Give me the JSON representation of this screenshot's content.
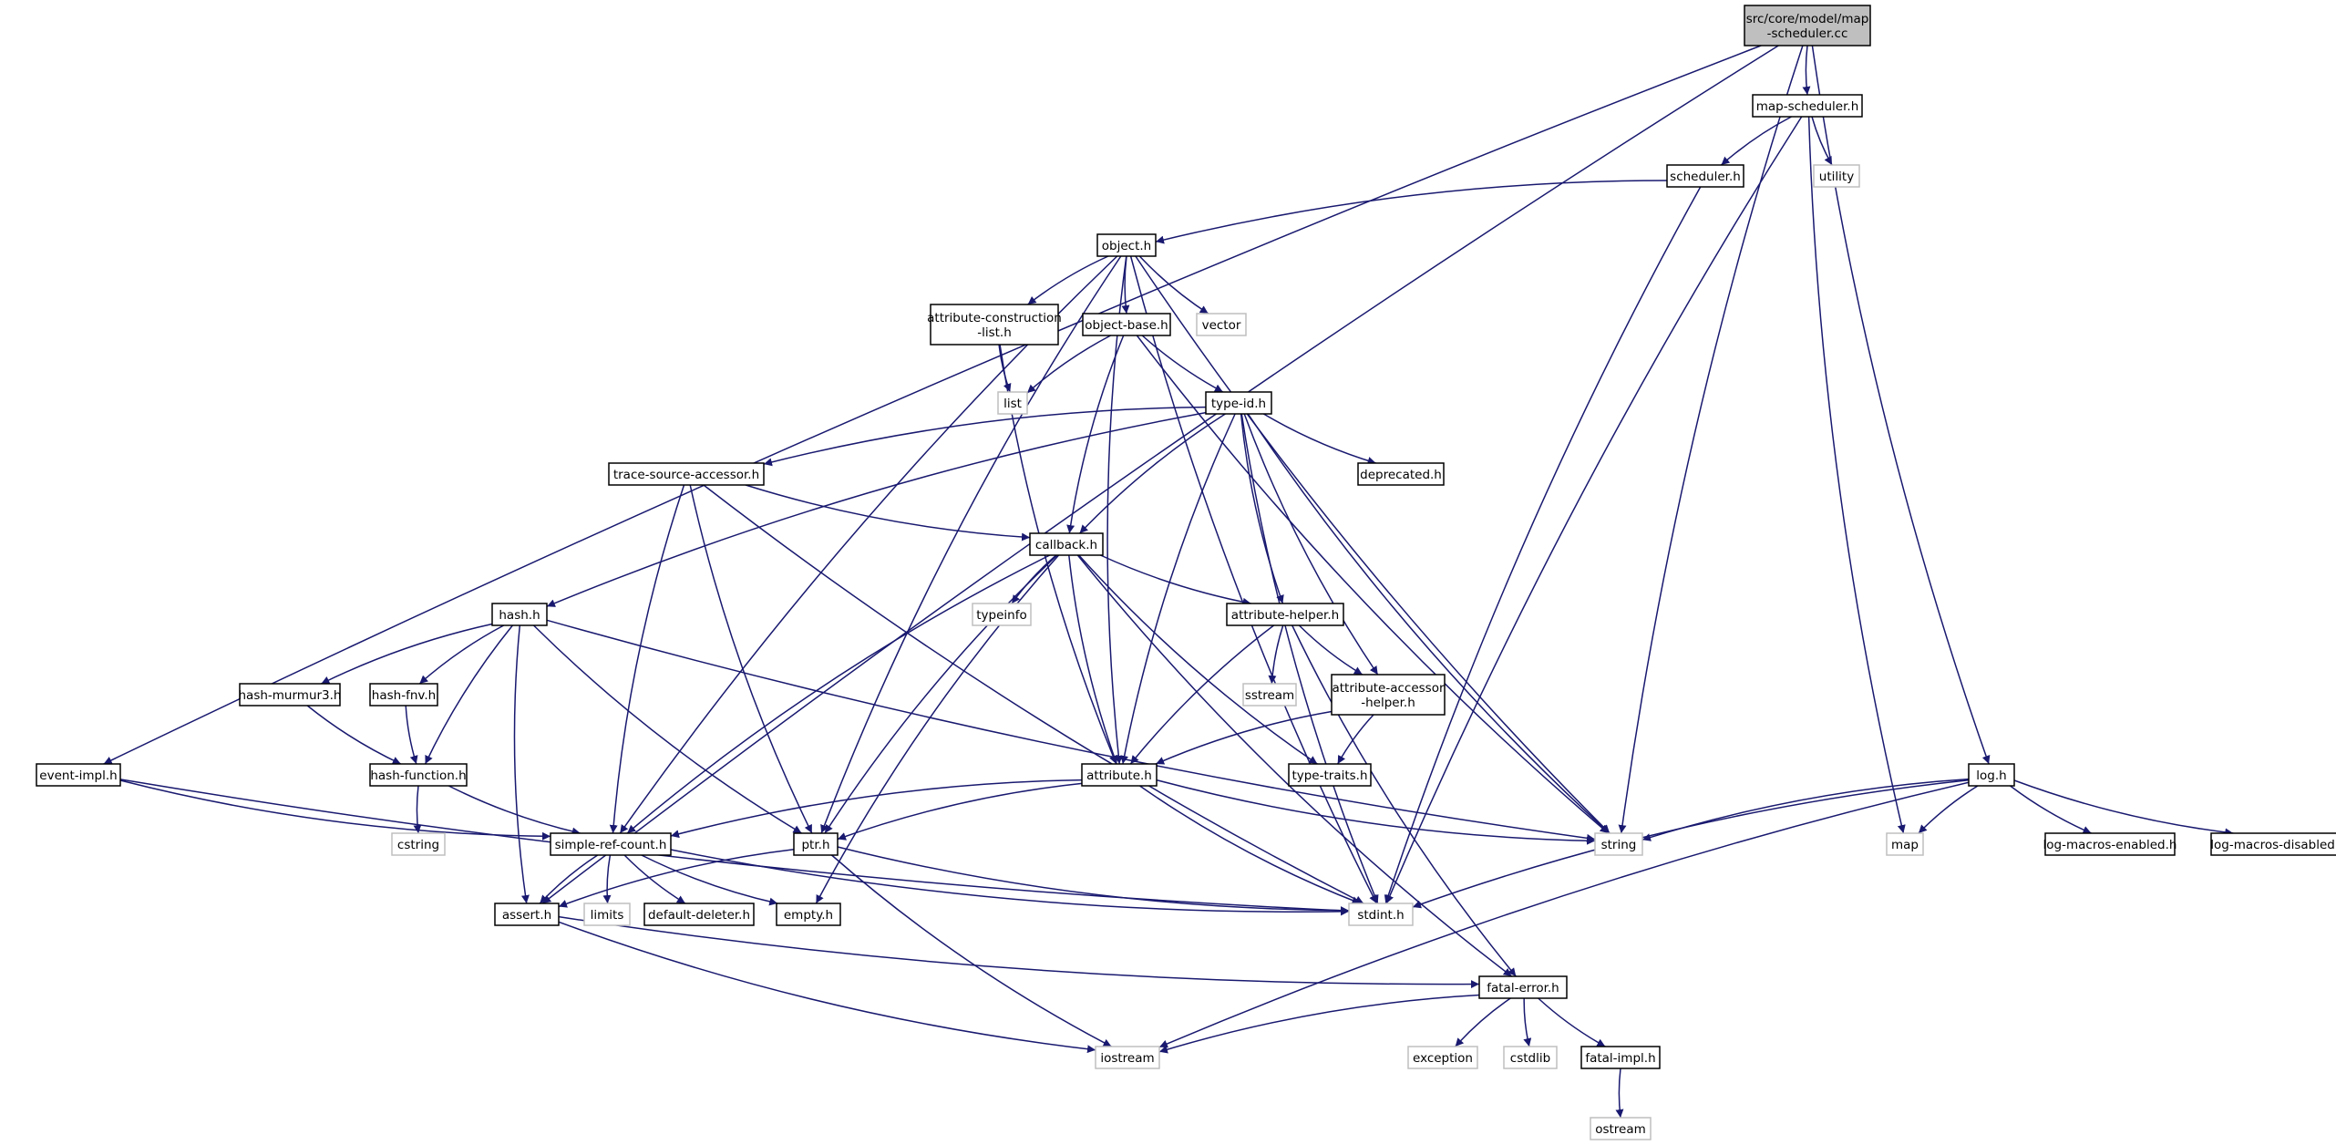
{
  "graph": {
    "edge_color": "#191970",
    "node_border_color": "#000000",
    "system_header_border_color": "#bfbfbf",
    "root_fill_color": "#bfbfbf",
    "nodes": [
      {
        "id": "root",
        "label": "src/core/model/map\n-scheduler.cc",
        "kind": "root"
      },
      {
        "id": "map_scheduler_h",
        "label": "map-scheduler.h",
        "kind": "header"
      },
      {
        "id": "utility",
        "label": "utility",
        "kind": "system"
      },
      {
        "id": "scheduler_h",
        "label": "scheduler.h",
        "kind": "header"
      },
      {
        "id": "object_h",
        "label": "object.h",
        "kind": "header"
      },
      {
        "id": "attribute_construction_list_h",
        "label": "attribute-construction\n-list.h",
        "kind": "header"
      },
      {
        "id": "object_base_h",
        "label": "object-base.h",
        "kind": "header"
      },
      {
        "id": "vector",
        "label": "vector",
        "kind": "system"
      },
      {
        "id": "list",
        "label": "list",
        "kind": "system"
      },
      {
        "id": "type_id_h",
        "label": "type-id.h",
        "kind": "header"
      },
      {
        "id": "trace_source_accessor_h",
        "label": "trace-source-accessor.h",
        "kind": "header"
      },
      {
        "id": "deprecated_h",
        "label": "deprecated.h",
        "kind": "header"
      },
      {
        "id": "callback_h",
        "label": "callback.h",
        "kind": "header"
      },
      {
        "id": "hash_h",
        "label": "hash.h",
        "kind": "header"
      },
      {
        "id": "typeinfo",
        "label": "typeinfo",
        "kind": "system"
      },
      {
        "id": "attribute_helper_h",
        "label": "attribute-helper.h",
        "kind": "header"
      },
      {
        "id": "hash_murmur3_h",
        "label": "hash-murmur3.h",
        "kind": "header"
      },
      {
        "id": "hash_fnv_h",
        "label": "hash-fnv.h",
        "kind": "header"
      },
      {
        "id": "sstream",
        "label": "sstream",
        "kind": "system"
      },
      {
        "id": "attribute_accessor_helper_h",
        "label": "attribute-accessor\n-helper.h",
        "kind": "header"
      },
      {
        "id": "event_impl_h",
        "label": "event-impl.h",
        "kind": "header"
      },
      {
        "id": "hash_function_h",
        "label": "hash-function.h",
        "kind": "header"
      },
      {
        "id": "attribute_h",
        "label": "attribute.h",
        "kind": "header"
      },
      {
        "id": "type_traits_h",
        "label": "type-traits.h",
        "kind": "header"
      },
      {
        "id": "log_h",
        "label": "log.h",
        "kind": "header"
      },
      {
        "id": "cstring",
        "label": "cstring",
        "kind": "system"
      },
      {
        "id": "simple_ref_count_h",
        "label": "simple-ref-count.h",
        "kind": "header"
      },
      {
        "id": "ptr_h",
        "label": "ptr.h",
        "kind": "header"
      },
      {
        "id": "string",
        "label": "string",
        "kind": "system"
      },
      {
        "id": "map",
        "label": "map",
        "kind": "system"
      },
      {
        "id": "log_macros_enabled_h",
        "label": "log-macros-enabled.h",
        "kind": "header"
      },
      {
        "id": "log_macros_disabled_h",
        "label": "log-macros-disabled.h",
        "kind": "header"
      },
      {
        "id": "assert_h",
        "label": "assert.h",
        "kind": "header"
      },
      {
        "id": "limits",
        "label": "limits",
        "kind": "system"
      },
      {
        "id": "default_deleter_h",
        "label": "default-deleter.h",
        "kind": "header"
      },
      {
        "id": "empty_h",
        "label": "empty.h",
        "kind": "header"
      },
      {
        "id": "stdint_h",
        "label": "stdint.h",
        "kind": "system"
      },
      {
        "id": "fatal_error_h",
        "label": "fatal-error.h",
        "kind": "header"
      },
      {
        "id": "exception",
        "label": "exception",
        "kind": "system"
      },
      {
        "id": "cstdlib",
        "label": "cstdlib",
        "kind": "system"
      },
      {
        "id": "fatal_impl_h",
        "label": "fatal-impl.h",
        "kind": "header"
      },
      {
        "id": "iostream",
        "label": "iostream",
        "kind": "system"
      },
      {
        "id": "ostream",
        "label": "ostream",
        "kind": "system"
      }
    ],
    "edges": [
      [
        "root",
        "map_scheduler_h"
      ],
      [
        "root",
        "event_impl_h"
      ],
      [
        "root",
        "assert_h"
      ],
      [
        "root",
        "log_h"
      ],
      [
        "root",
        "string"
      ],
      [
        "map_scheduler_h",
        "scheduler_h"
      ],
      [
        "map_scheduler_h",
        "utility"
      ],
      [
        "map_scheduler_h",
        "map"
      ],
      [
        "map_scheduler_h",
        "stdint_h"
      ],
      [
        "scheduler_h",
        "object_h"
      ],
      [
        "scheduler_h",
        "stdint_h"
      ],
      [
        "object_h",
        "attribute_construction_list_h"
      ],
      [
        "object_h",
        "object_base_h"
      ],
      [
        "object_h",
        "vector"
      ],
      [
        "object_h",
        "ptr_h"
      ],
      [
        "object_h",
        "simple_ref_count_h"
      ],
      [
        "object_h",
        "attribute_h"
      ],
      [
        "object_h",
        "string"
      ],
      [
        "object_h",
        "stdint_h"
      ],
      [
        "attribute_construction_list_h",
        "list"
      ],
      [
        "attribute_construction_list_h",
        "attribute_h"
      ],
      [
        "object_base_h",
        "list"
      ],
      [
        "object_base_h",
        "type_id_h"
      ],
      [
        "object_base_h",
        "callback_h"
      ],
      [
        "object_base_h",
        "string"
      ],
      [
        "type_id_h",
        "trace_source_accessor_h"
      ],
      [
        "type_id_h",
        "deprecated_h"
      ],
      [
        "type_id_h",
        "callback_h"
      ],
      [
        "type_id_h",
        "hash_h"
      ],
      [
        "type_id_h",
        "attribute_helper_h"
      ],
      [
        "type_id_h",
        "attribute_accessor_helper_h"
      ],
      [
        "type_id_h",
        "attribute_h"
      ],
      [
        "type_id_h",
        "string"
      ],
      [
        "type_id_h",
        "stdint_h"
      ],
      [
        "trace_source_accessor_h",
        "callback_h"
      ],
      [
        "trace_source_accessor_h",
        "simple_ref_count_h"
      ],
      [
        "trace_source_accessor_h",
        "ptr_h"
      ],
      [
        "trace_source_accessor_h",
        "stdint_h"
      ],
      [
        "callback_h",
        "typeinfo"
      ],
      [
        "callback_h",
        "attribute_helper_h"
      ],
      [
        "callback_h",
        "attribute_h"
      ],
      [
        "callback_h",
        "type_traits_h"
      ],
      [
        "callback_h",
        "ptr_h"
      ],
      [
        "callback_h",
        "simple_ref_count_h"
      ],
      [
        "callback_h",
        "empty_h"
      ],
      [
        "callback_h",
        "fatal_error_h"
      ],
      [
        "hash_h",
        "hash_murmur3_h"
      ],
      [
        "hash_h",
        "hash_fnv_h"
      ],
      [
        "hash_h",
        "hash_function_h"
      ],
      [
        "hash_h",
        "assert_h"
      ],
      [
        "hash_h",
        "ptr_h"
      ],
      [
        "hash_h",
        "string"
      ],
      [
        "hash_murmur3_h",
        "hash_function_h"
      ],
      [
        "hash_fnv_h",
        "hash_function_h"
      ],
      [
        "hash_function_h",
        "cstring"
      ],
      [
        "hash_function_h",
        "simple_ref_count_h"
      ],
      [
        "attribute_helper_h",
        "sstream"
      ],
      [
        "attribute_helper_h",
        "attribute_accessor_helper_h"
      ],
      [
        "attribute_helper_h",
        "attribute_h"
      ],
      [
        "attribute_helper_h",
        "fatal_error_h"
      ],
      [
        "attribute_accessor_helper_h",
        "attribute_h"
      ],
      [
        "attribute_accessor_helper_h",
        "type_traits_h"
      ],
      [
        "attribute_h",
        "simple_ref_count_h"
      ],
      [
        "attribute_h",
        "ptr_h"
      ],
      [
        "attribute_h",
        "string"
      ],
      [
        "attribute_h",
        "stdint_h"
      ],
      [
        "event_impl_h",
        "simple_ref_count_h"
      ],
      [
        "event_impl_h",
        "stdint_h"
      ],
      [
        "simple_ref_count_h",
        "assert_h"
      ],
      [
        "simple_ref_count_h",
        "limits"
      ],
      [
        "simple_ref_count_h",
        "default_deleter_h"
      ],
      [
        "simple_ref_count_h",
        "empty_h"
      ],
      [
        "simple_ref_count_h",
        "stdint_h"
      ],
      [
        "ptr_h",
        "assert_h"
      ],
      [
        "ptr_h",
        "iostream"
      ],
      [
        "ptr_h",
        "stdint_h"
      ],
      [
        "assert_h",
        "fatal_error_h"
      ],
      [
        "assert_h",
        "iostream"
      ],
      [
        "fatal_error_h",
        "iostream"
      ],
      [
        "fatal_error_h",
        "exception"
      ],
      [
        "fatal_error_h",
        "cstdlib"
      ],
      [
        "fatal_error_h",
        "fatal_impl_h"
      ],
      [
        "fatal_impl_h",
        "ostream"
      ],
      [
        "log_h",
        "string"
      ],
      [
        "log_h",
        "map"
      ],
      [
        "log_h",
        "log_macros_enabled_h"
      ],
      [
        "log_h",
        "log_macros_disabled_h"
      ],
      [
        "log_h",
        "stdint_h"
      ],
      [
        "log_h",
        "iostream"
      ]
    ]
  }
}
